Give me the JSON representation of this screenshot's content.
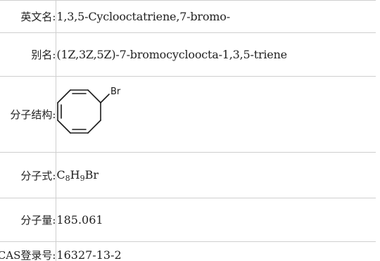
{
  "rows": {
    "english_name": {
      "label": "英文名:",
      "value": "1,3,5-Cyclooctatriene,7-bromo-"
    },
    "alias": {
      "label": "别名:",
      "value": "(1Z,3Z,5Z)-7-bromocycloocta-1,3,5-triene"
    },
    "structure": {
      "label": "分子结构:",
      "substituent": "Br"
    },
    "formula": {
      "label": "分子式:",
      "parts": [
        "C",
        "8",
        "H",
        "9",
        "Br"
      ]
    },
    "weight": {
      "label": "分子量:",
      "value": "185.061"
    },
    "cas": {
      "label": "CAS登录号:",
      "value": "16327-13-2"
    }
  }
}
